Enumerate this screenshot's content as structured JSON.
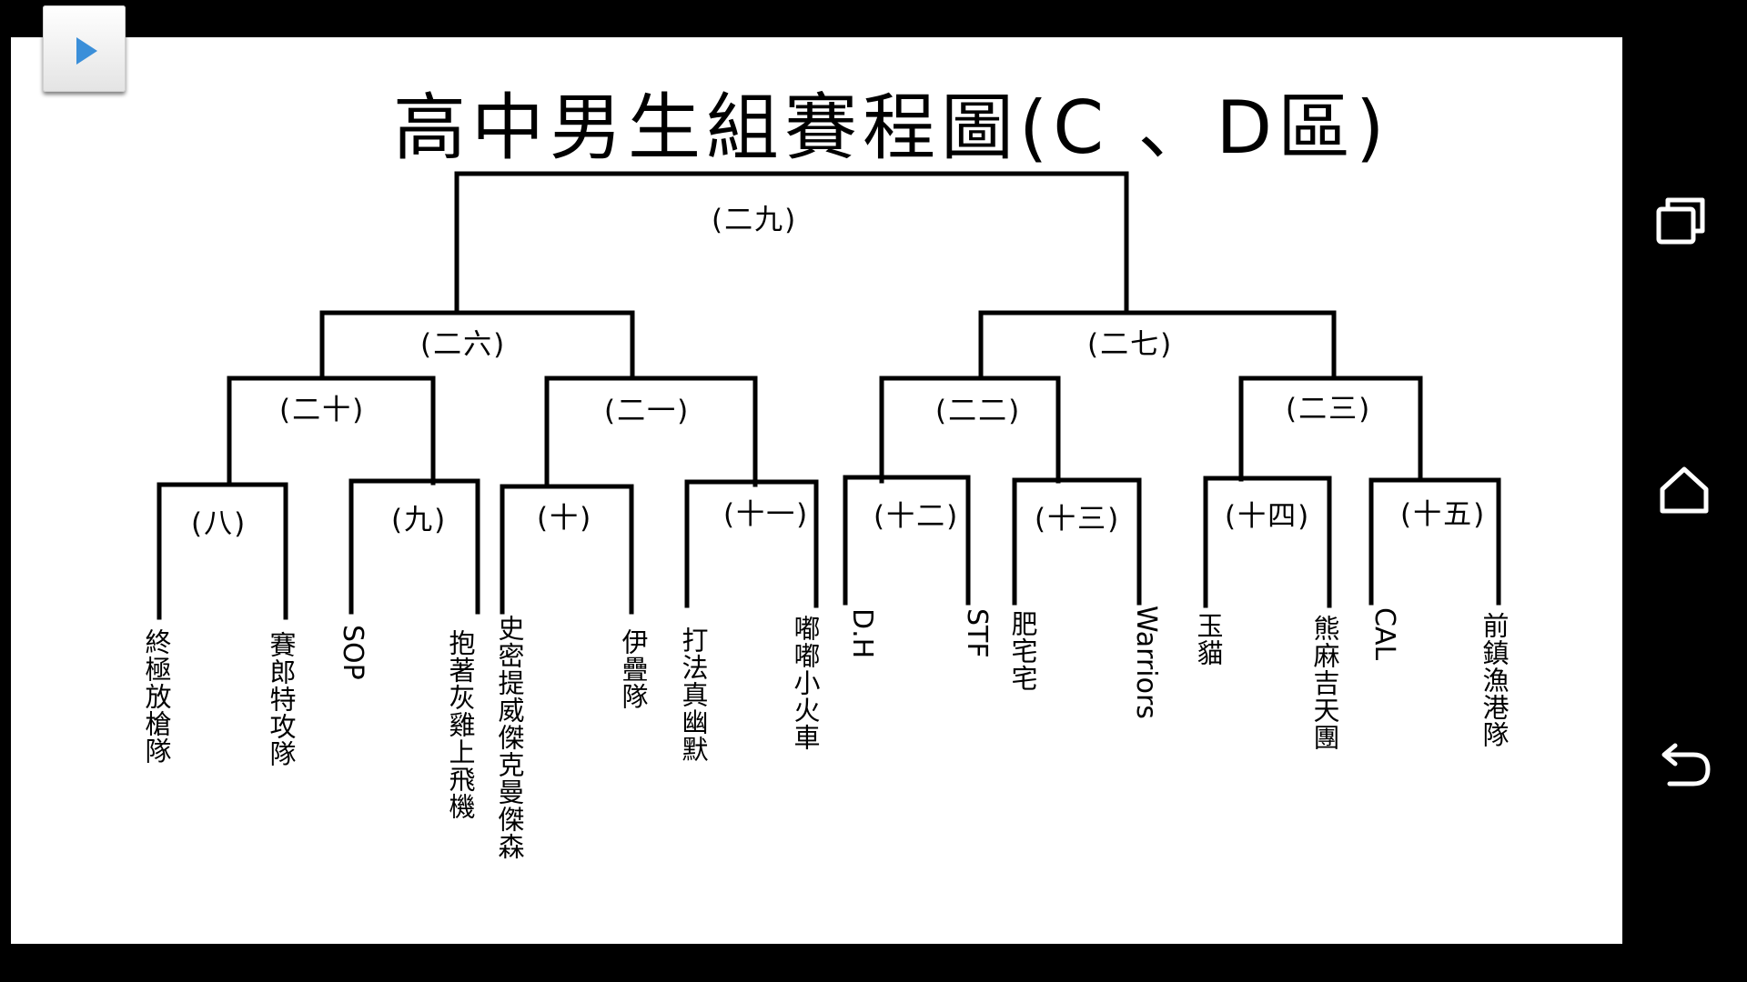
{
  "title": "高中男生組賽程圖(C 、D區)",
  "matches": [
    {
      "id": "29",
      "label": "(二九)"
    },
    {
      "id": "26",
      "label": "(二六)"
    },
    {
      "id": "27",
      "label": "(二七)"
    },
    {
      "id": "20",
      "label": "(二十)"
    },
    {
      "id": "21",
      "label": "(二一)"
    },
    {
      "id": "22",
      "label": "(二二)"
    },
    {
      "id": "23",
      "label": "(二三)"
    },
    {
      "id": "8",
      "label": "(八)"
    },
    {
      "id": "9",
      "label": "(九)"
    },
    {
      "id": "10",
      "label": "(十)"
    },
    {
      "id": "11",
      "label": "(十一)"
    },
    {
      "id": "12",
      "label": "(十二)"
    },
    {
      "id": "13",
      "label": "(十三)"
    },
    {
      "id": "14",
      "label": "(十四)"
    },
    {
      "id": "15",
      "label": "(十五)"
    }
  ],
  "teams": [
    {
      "name": "終極放槍隊"
    },
    {
      "name": "賽郎特攻隊"
    },
    {
      "name": "SOP"
    },
    {
      "name": "抱著灰雞上飛機"
    },
    {
      "name": "史密提威傑克曼傑森"
    },
    {
      "name": "伊疊隊"
    },
    {
      "name": "打法真幽默"
    },
    {
      "name": "嘟嘟小火車"
    },
    {
      "name": "D.H"
    },
    {
      "name": "STF"
    },
    {
      "name": "肥宅宅"
    },
    {
      "name": "Warriors"
    },
    {
      "name": "玉貓"
    },
    {
      "name": "熊麻吉天團"
    },
    {
      "name": "CAL"
    },
    {
      "name": "前鎮漁港隊"
    }
  ],
  "ui": {
    "play_icon": "play-icon",
    "nav": [
      {
        "icon": "recent-apps-icon"
      },
      {
        "icon": "home-icon"
      },
      {
        "icon": "back-icon"
      }
    ],
    "colors": {
      "background": "#000000",
      "page": "#ffffff",
      "ink": "#000000",
      "play_accent": "#3b8fd9",
      "nav_icon": "#ffffff"
    }
  }
}
